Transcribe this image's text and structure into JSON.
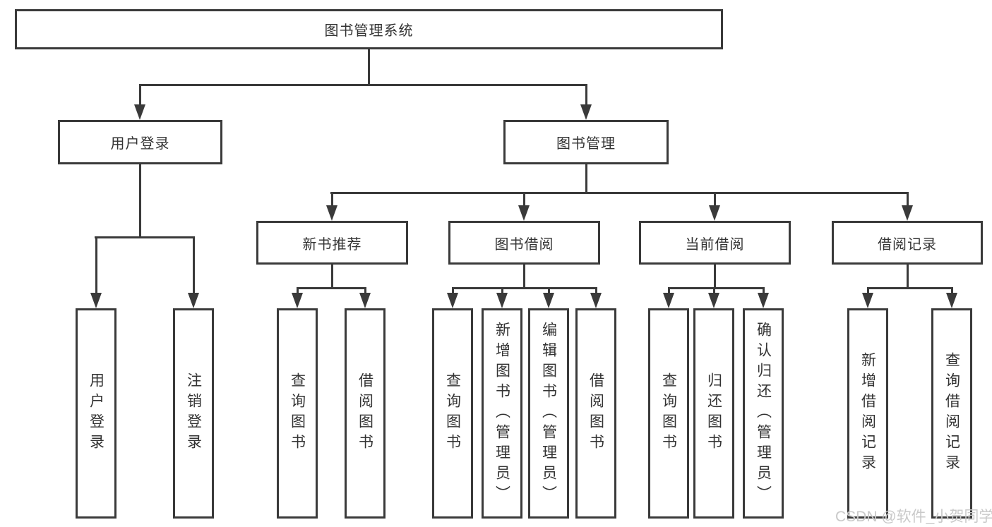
{
  "diagram": {
    "type": "hierarchy-tree",
    "title": "图书管理系统"
  },
  "nodes": {
    "root": "图书管理系统",
    "user_login": "用户登录",
    "book_management": "图书管理",
    "new_book_recommend": "新书推荐",
    "book_borrowing": "图书借阅",
    "current_borrowing": "当前借阅",
    "borrowing_records": "借阅记录",
    "leaf_user_login": "用户登录",
    "leaf_logout": "注销登录",
    "leaf_query_books_a": "查询图书",
    "leaf_borrow_books_a": "借阅图书",
    "leaf_query_books_b": "查询图书",
    "leaf_add_books": "新增图书（管理员）",
    "leaf_edit_books": "编辑图书（管理员）",
    "leaf_borrow_books_b": "借阅图书",
    "leaf_query_books_c": "查询图书",
    "leaf_return_books": "归还图书",
    "leaf_confirm_return": "确认归还（管理员）",
    "leaf_add_borrow_record": "新增借阅记录",
    "leaf_query_borrow_record": "查询借阅记录"
  },
  "hierarchy": {
    "图书管理系统": {
      "用户登录": [
        "用户登录",
        "注销登录"
      ],
      "图书管理": {
        "新书推荐": [
          "查询图书",
          "借阅图书"
        ],
        "图书借阅": [
          "查询图书",
          "新增图书（管理员）",
          "编辑图书（管理员）",
          "借阅图书"
        ],
        "当前借阅": [
          "查询图书",
          "归还图书",
          "确认归还（管理员）"
        ],
        "借阅记录": [
          "新增借阅记录",
          "查询借阅记录"
        ]
      }
    }
  },
  "watermark": {
    "text": "CSDN @软件_小贺同学"
  },
  "colors": {
    "line": "#3a3a3a",
    "text": "#333333",
    "watermark": "#c9c9c9",
    "background": "#ffffff"
  }
}
